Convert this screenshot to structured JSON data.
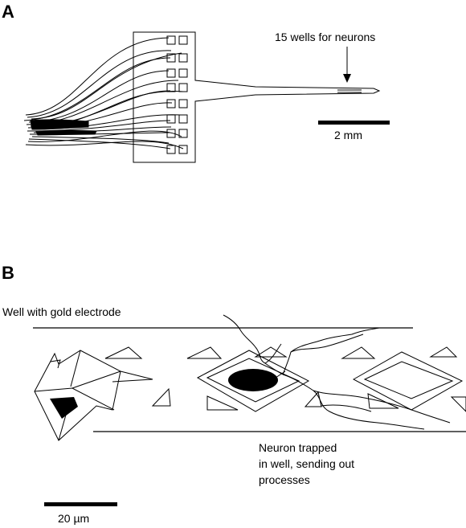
{
  "panel_a": {
    "letter": "A",
    "wells_label": "15 wells for neurons",
    "scale_label": "2 mm"
  },
  "panel_b": {
    "letter": "B",
    "well_label": "Well with gold electrode",
    "neuron_label_lines": [
      "Neuron trapped",
      "in well, sending out",
      "processes"
    ],
    "scale_label": "20 µm"
  },
  "colors": {
    "ink": "#000000",
    "paper": "#ffffff"
  }
}
